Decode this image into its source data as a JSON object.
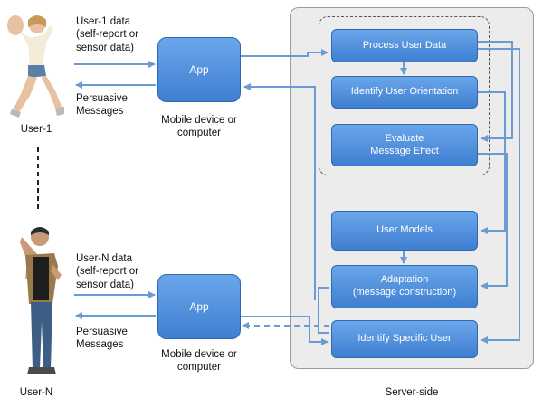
{
  "users": {
    "user1": {
      "name": "User-1",
      "data_label": [
        "User-1 data",
        "(self-report or",
        "sensor data)"
      ],
      "messages_label": [
        "Persuasive",
        "Messages"
      ]
    },
    "userN": {
      "name": "User-N",
      "data_label": [
        "User-N data",
        "(self-report or",
        "sensor data)"
      ],
      "messages_label": [
        "Persuasive",
        "Messages"
      ]
    }
  },
  "apps": {
    "app1": {
      "label": "App",
      "caption": [
        "Mobile device or",
        "computer"
      ]
    },
    "appN": {
      "label": "App",
      "caption": [
        "Mobile device or",
        "computer"
      ]
    }
  },
  "server": {
    "caption": "Server-side",
    "boxes": {
      "process": "Process User Data",
      "identify_orientation": "Identify User Orientation",
      "evaluate": [
        "Evaluate",
        "Message Effect"
      ],
      "user_models": "User Models",
      "adaptation": [
        "Adaptation",
        "(message construction)"
      ],
      "identify_specific": "Identify Specific User"
    }
  },
  "colors": {
    "box": "#4a8ad9",
    "arrow": "#6a9bd2",
    "panel": "#ececec"
  }
}
